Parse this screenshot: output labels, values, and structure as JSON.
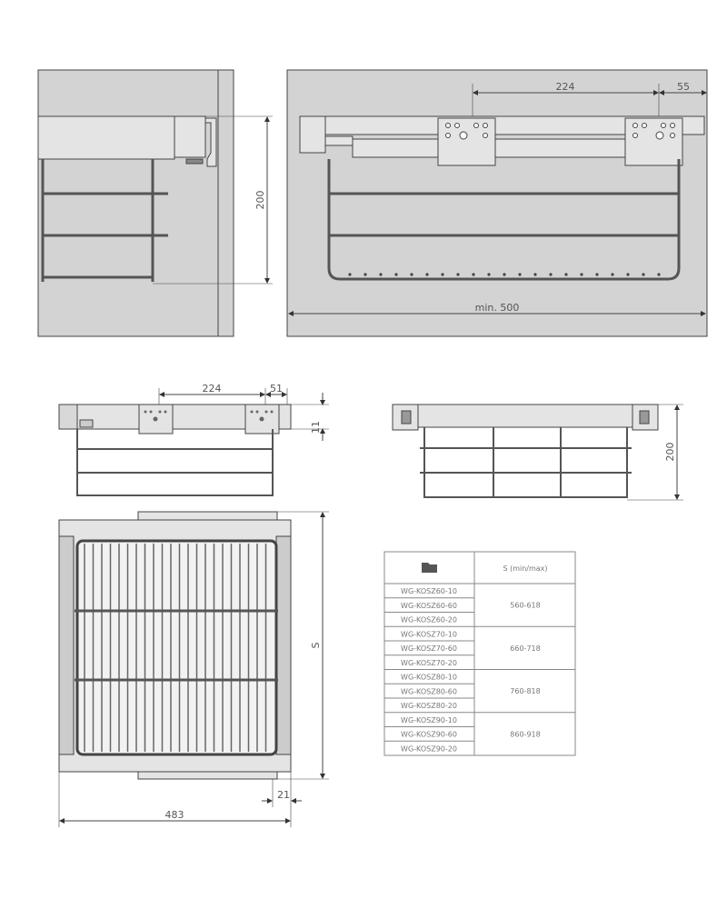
{
  "dimensions": {
    "top_left_height": "200",
    "top_right_spacing": "224",
    "top_right_offset": "55",
    "top_right_min_width": "min. 500",
    "side_spacing": "224",
    "side_offset": "51",
    "side_rail_height": "11",
    "front_height": "200",
    "plan_depth": "S",
    "plan_width": "483",
    "plan_side_gap": "21"
  },
  "table": {
    "header_icon": "folder-icon",
    "header_col2": "S (min/max)",
    "groups": [
      {
        "codes": [
          "WG-KOSZ60-10",
          "WG-KOSZ60-60",
          "WG-KOSZ60-20"
        ],
        "range": "560-618"
      },
      {
        "codes": [
          "WG-KOSZ70-10",
          "WG-KOSZ70-60",
          "WG-KOSZ70-20"
        ],
        "range": "660-718"
      },
      {
        "codes": [
          "WG-KOSZ80-10",
          "WG-KOSZ80-60",
          "WG-KOSZ80-20"
        ],
        "range": "760-818"
      },
      {
        "codes": [
          "WG-KOSZ90-10",
          "WG-KOSZ90-60",
          "WG-KOSZ90-20"
        ],
        "range": "860-918"
      }
    ]
  },
  "colors": {
    "panel": "#d3d3d3",
    "line": "#444444",
    "rail": "#e4e4e4"
  }
}
